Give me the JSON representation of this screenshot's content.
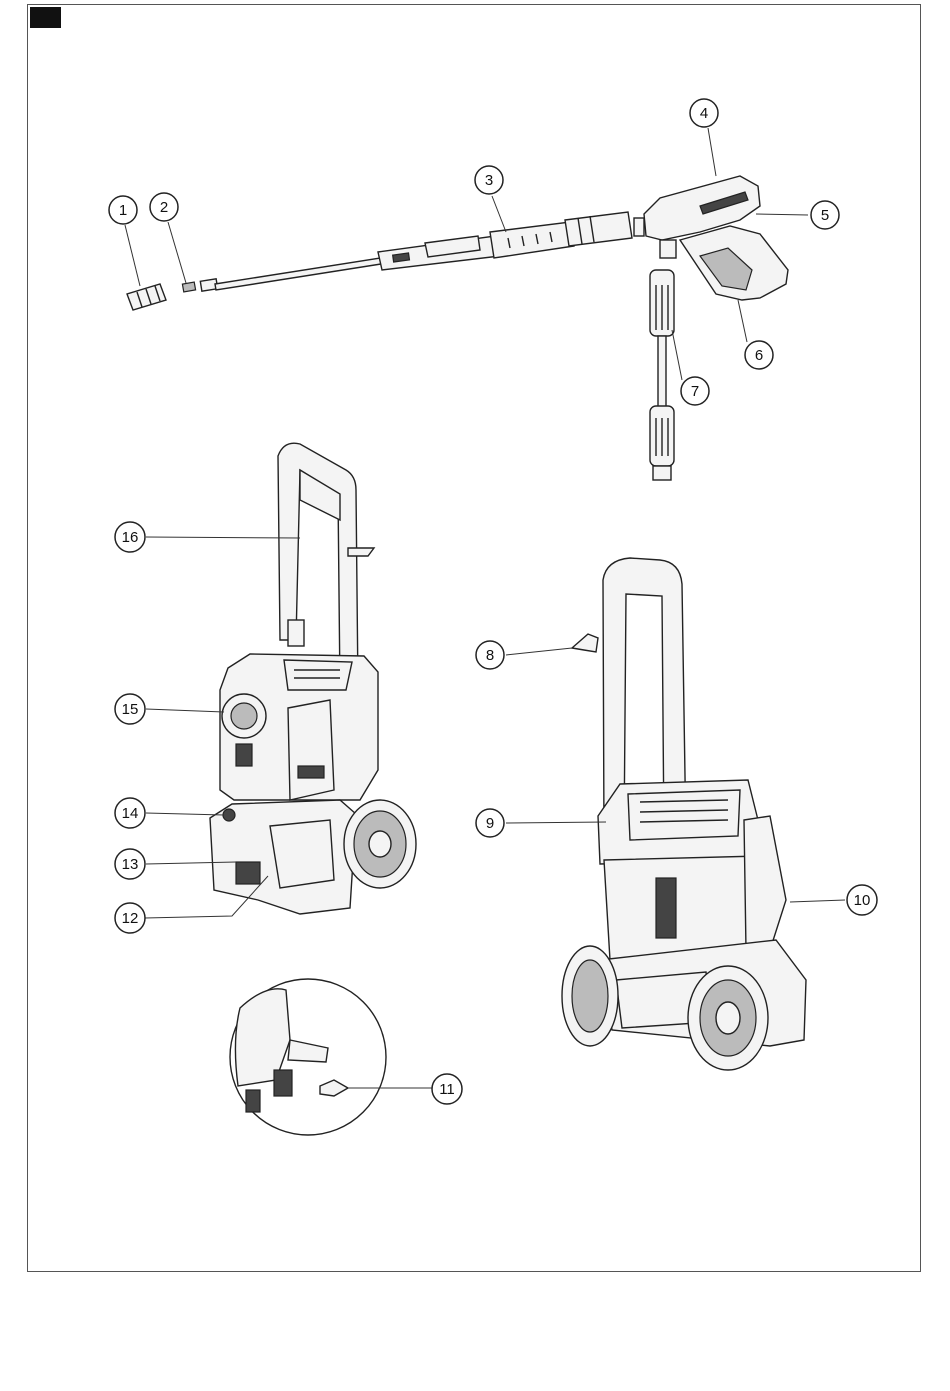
{
  "callouts": [
    {
      "id": "1",
      "text": "1"
    },
    {
      "id": "2",
      "text": "2"
    },
    {
      "id": "3",
      "text": "3"
    },
    {
      "id": "4",
      "text": "4"
    },
    {
      "id": "5",
      "text": "5"
    },
    {
      "id": "6",
      "text": "6"
    },
    {
      "id": "7",
      "text": "7"
    },
    {
      "id": "8",
      "text": "8"
    },
    {
      "id": "9",
      "text": "9"
    },
    {
      "id": "10",
      "text": "10"
    },
    {
      "id": "11",
      "text": "11"
    },
    {
      "id": "12",
      "text": "12"
    },
    {
      "id": "13",
      "text": "13"
    },
    {
      "id": "14",
      "text": "14"
    },
    {
      "id": "15",
      "text": "15"
    },
    {
      "id": "16",
      "text": "16"
    }
  ],
  "colors": {
    "ink": "#222222",
    "fill": "#f2f2f2",
    "dark": "#333333"
  }
}
